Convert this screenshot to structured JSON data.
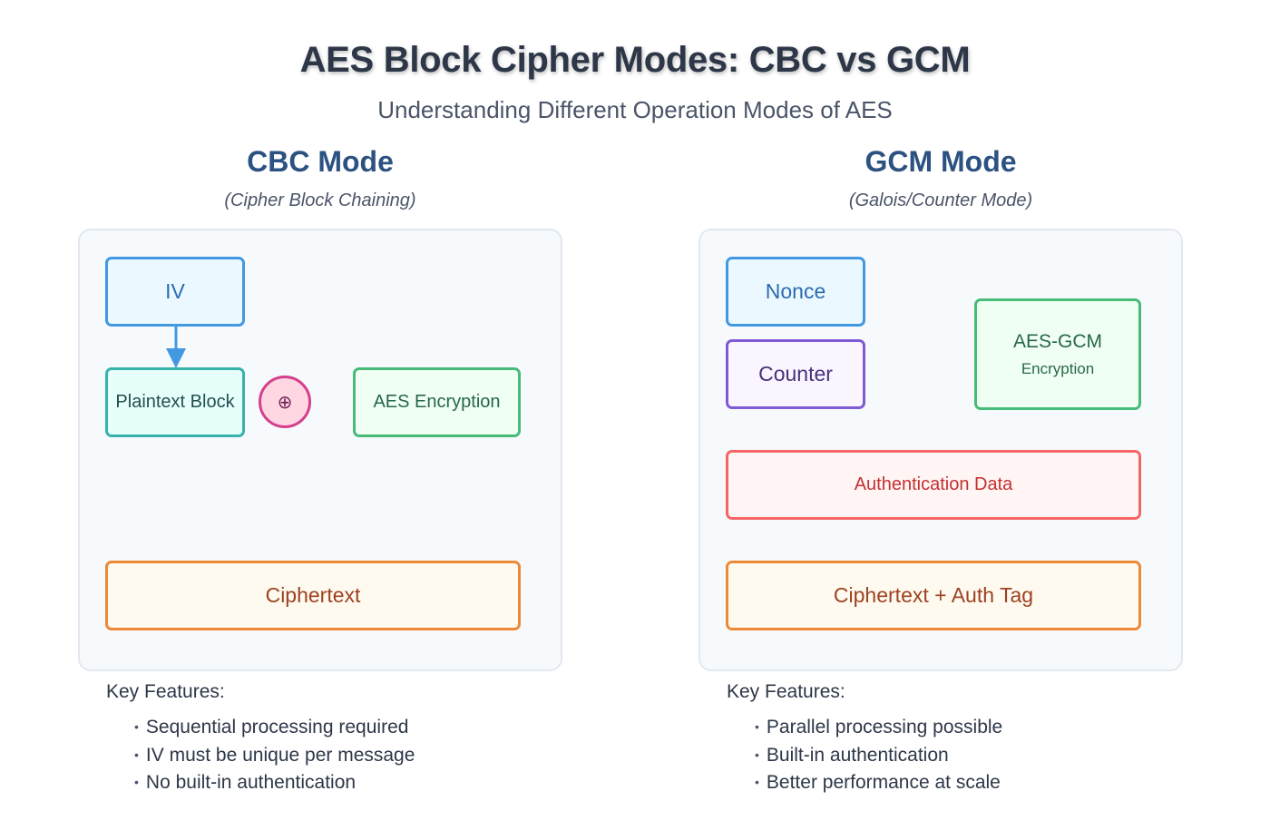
{
  "header": {
    "title": "AES Block Cipher Modes: CBC vs GCM",
    "subtitle": "Understanding Different Operation Modes of AES"
  },
  "cbc": {
    "title": "CBC Mode",
    "subtitle": "(Cipher Block Chaining)",
    "iv": "IV",
    "plaintext": "Plaintext Block",
    "xor_symbol": "⊕",
    "encryption": "AES Encryption",
    "ciphertext": "Ciphertext",
    "features_heading": "Key Features:",
    "features": [
      "Sequential processing required",
      "IV must be unique per message",
      "No built-in authentication"
    ]
  },
  "gcm": {
    "title": "GCM Mode",
    "subtitle": "(Galois/Counter Mode)",
    "nonce": "Nonce",
    "counter": "Counter",
    "aes_gcm": "AES-GCM",
    "aes_gcm_sub": "Encryption",
    "auth_data": "Authentication Data",
    "output": "Ciphertext + Auth Tag",
    "features_heading": "Key Features:",
    "features": [
      "Parallel processing possible",
      "Built-in authentication",
      "Better performance at scale"
    ]
  },
  "colors": {
    "blue": "#4299e1",
    "teal": "#38b2ac",
    "green": "#48bb78",
    "orange": "#ed8936",
    "purple": "#805ad5",
    "red": "#f56565",
    "pink": "#d53f8c",
    "heading": "#2c5282"
  }
}
